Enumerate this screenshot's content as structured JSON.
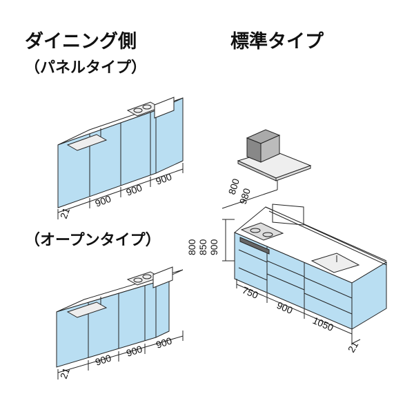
{
  "titles": {
    "dining_side": "ダイニング側",
    "panel_type": "（パネルタイプ）",
    "open_type": "（オープンタイプ）",
    "standard_type": "標準タイプ"
  },
  "panel_unit": {
    "depth": "21",
    "widths": [
      "900",
      "900",
      "900"
    ]
  },
  "open_unit": {
    "depth": "21",
    "widths": [
      "900",
      "900",
      "900"
    ]
  },
  "standard_unit": {
    "hood_heights": [
      "800",
      "980"
    ],
    "counter_heights": [
      "800",
      "850",
      "900"
    ],
    "widths": [
      "750",
      "900",
      "1050"
    ],
    "depth": "21"
  },
  "colors": {
    "cabinet_blue": "#b9def2",
    "outline": "#222222",
    "counter": "#ffffff"
  }
}
